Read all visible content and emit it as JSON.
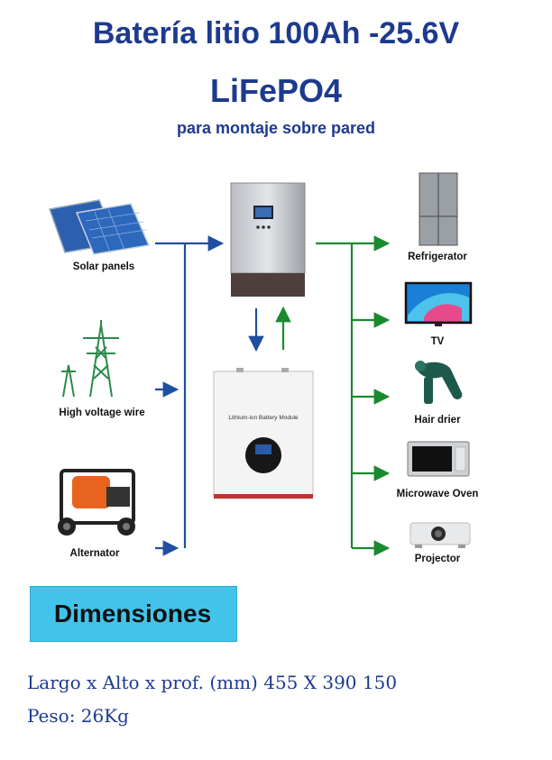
{
  "title": {
    "line1": "Batería litio 100Ah -25.6V",
    "line2": "LiFePO4",
    "subtitle": "para montaje sobre pared"
  },
  "sources": [
    {
      "label": "Solar panels",
      "icon": "solar-panels-icon"
    },
    {
      "label": "High voltage wire",
      "icon": "power-tower-icon"
    },
    {
      "label": "Alternator",
      "icon": "generator-icon"
    }
  ],
  "center": {
    "inverter_icon": "inverter-icon",
    "battery_text": "Lithium-ion Battery Module",
    "battery_icon": "battery-module-icon"
  },
  "loads": [
    {
      "label": "Refrigerator",
      "icon": "refrigerator-icon"
    },
    {
      "label": "TV",
      "icon": "tv-icon"
    },
    {
      "label": "Hair drier",
      "icon": "hair-drier-icon"
    },
    {
      "label": "Microwave Oven",
      "icon": "microwave-icon"
    },
    {
      "label": "Projector",
      "icon": "projector-icon"
    }
  ],
  "colors": {
    "title": "#1d3a8f",
    "input_arrows": "#1f4fa0",
    "output_arrows": "#1a8a2e",
    "badge": "#42c4ea"
  },
  "dimensions": {
    "badge": "Dimensiones",
    "size_line": "Largo x Alto x prof. (mm) 455 X 390 150",
    "weight_line": "Peso: 26Kg"
  }
}
